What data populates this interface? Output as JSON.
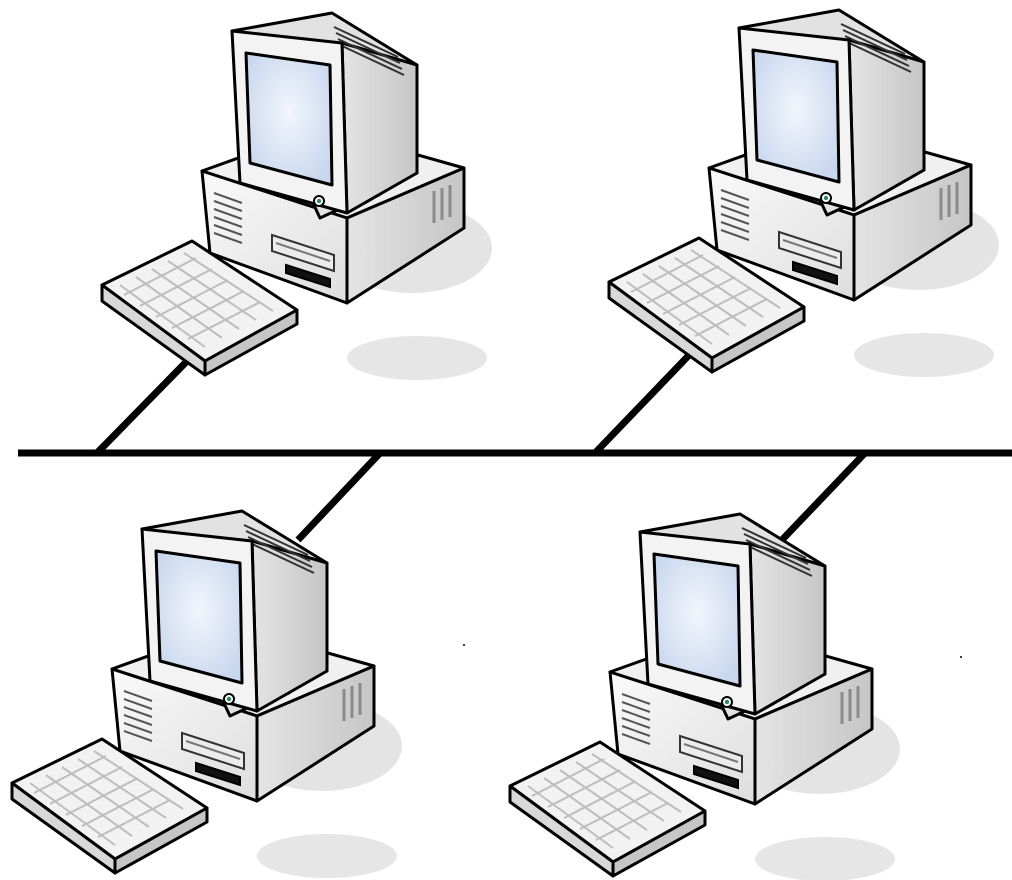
{
  "diagram": {
    "topology": "bus",
    "bus_label": "",
    "nodes": [
      {
        "name": "computer-1",
        "label": ""
      },
      {
        "name": "computer-2",
        "label": ""
      },
      {
        "name": "computer-3",
        "label": ""
      },
      {
        "name": "computer-4",
        "label": ""
      }
    ],
    "colors": {
      "background": "#ffffff",
      "cable": "#000000",
      "case_light": "#f4f4f4",
      "case_mid": "#dcdcdc",
      "case_dark": "#b8b8b8",
      "screen": "#d6e2f4",
      "screen_center": "#eef3fb",
      "shadow": "#e3e3e3",
      "power_led": "#2e8b57"
    }
  }
}
